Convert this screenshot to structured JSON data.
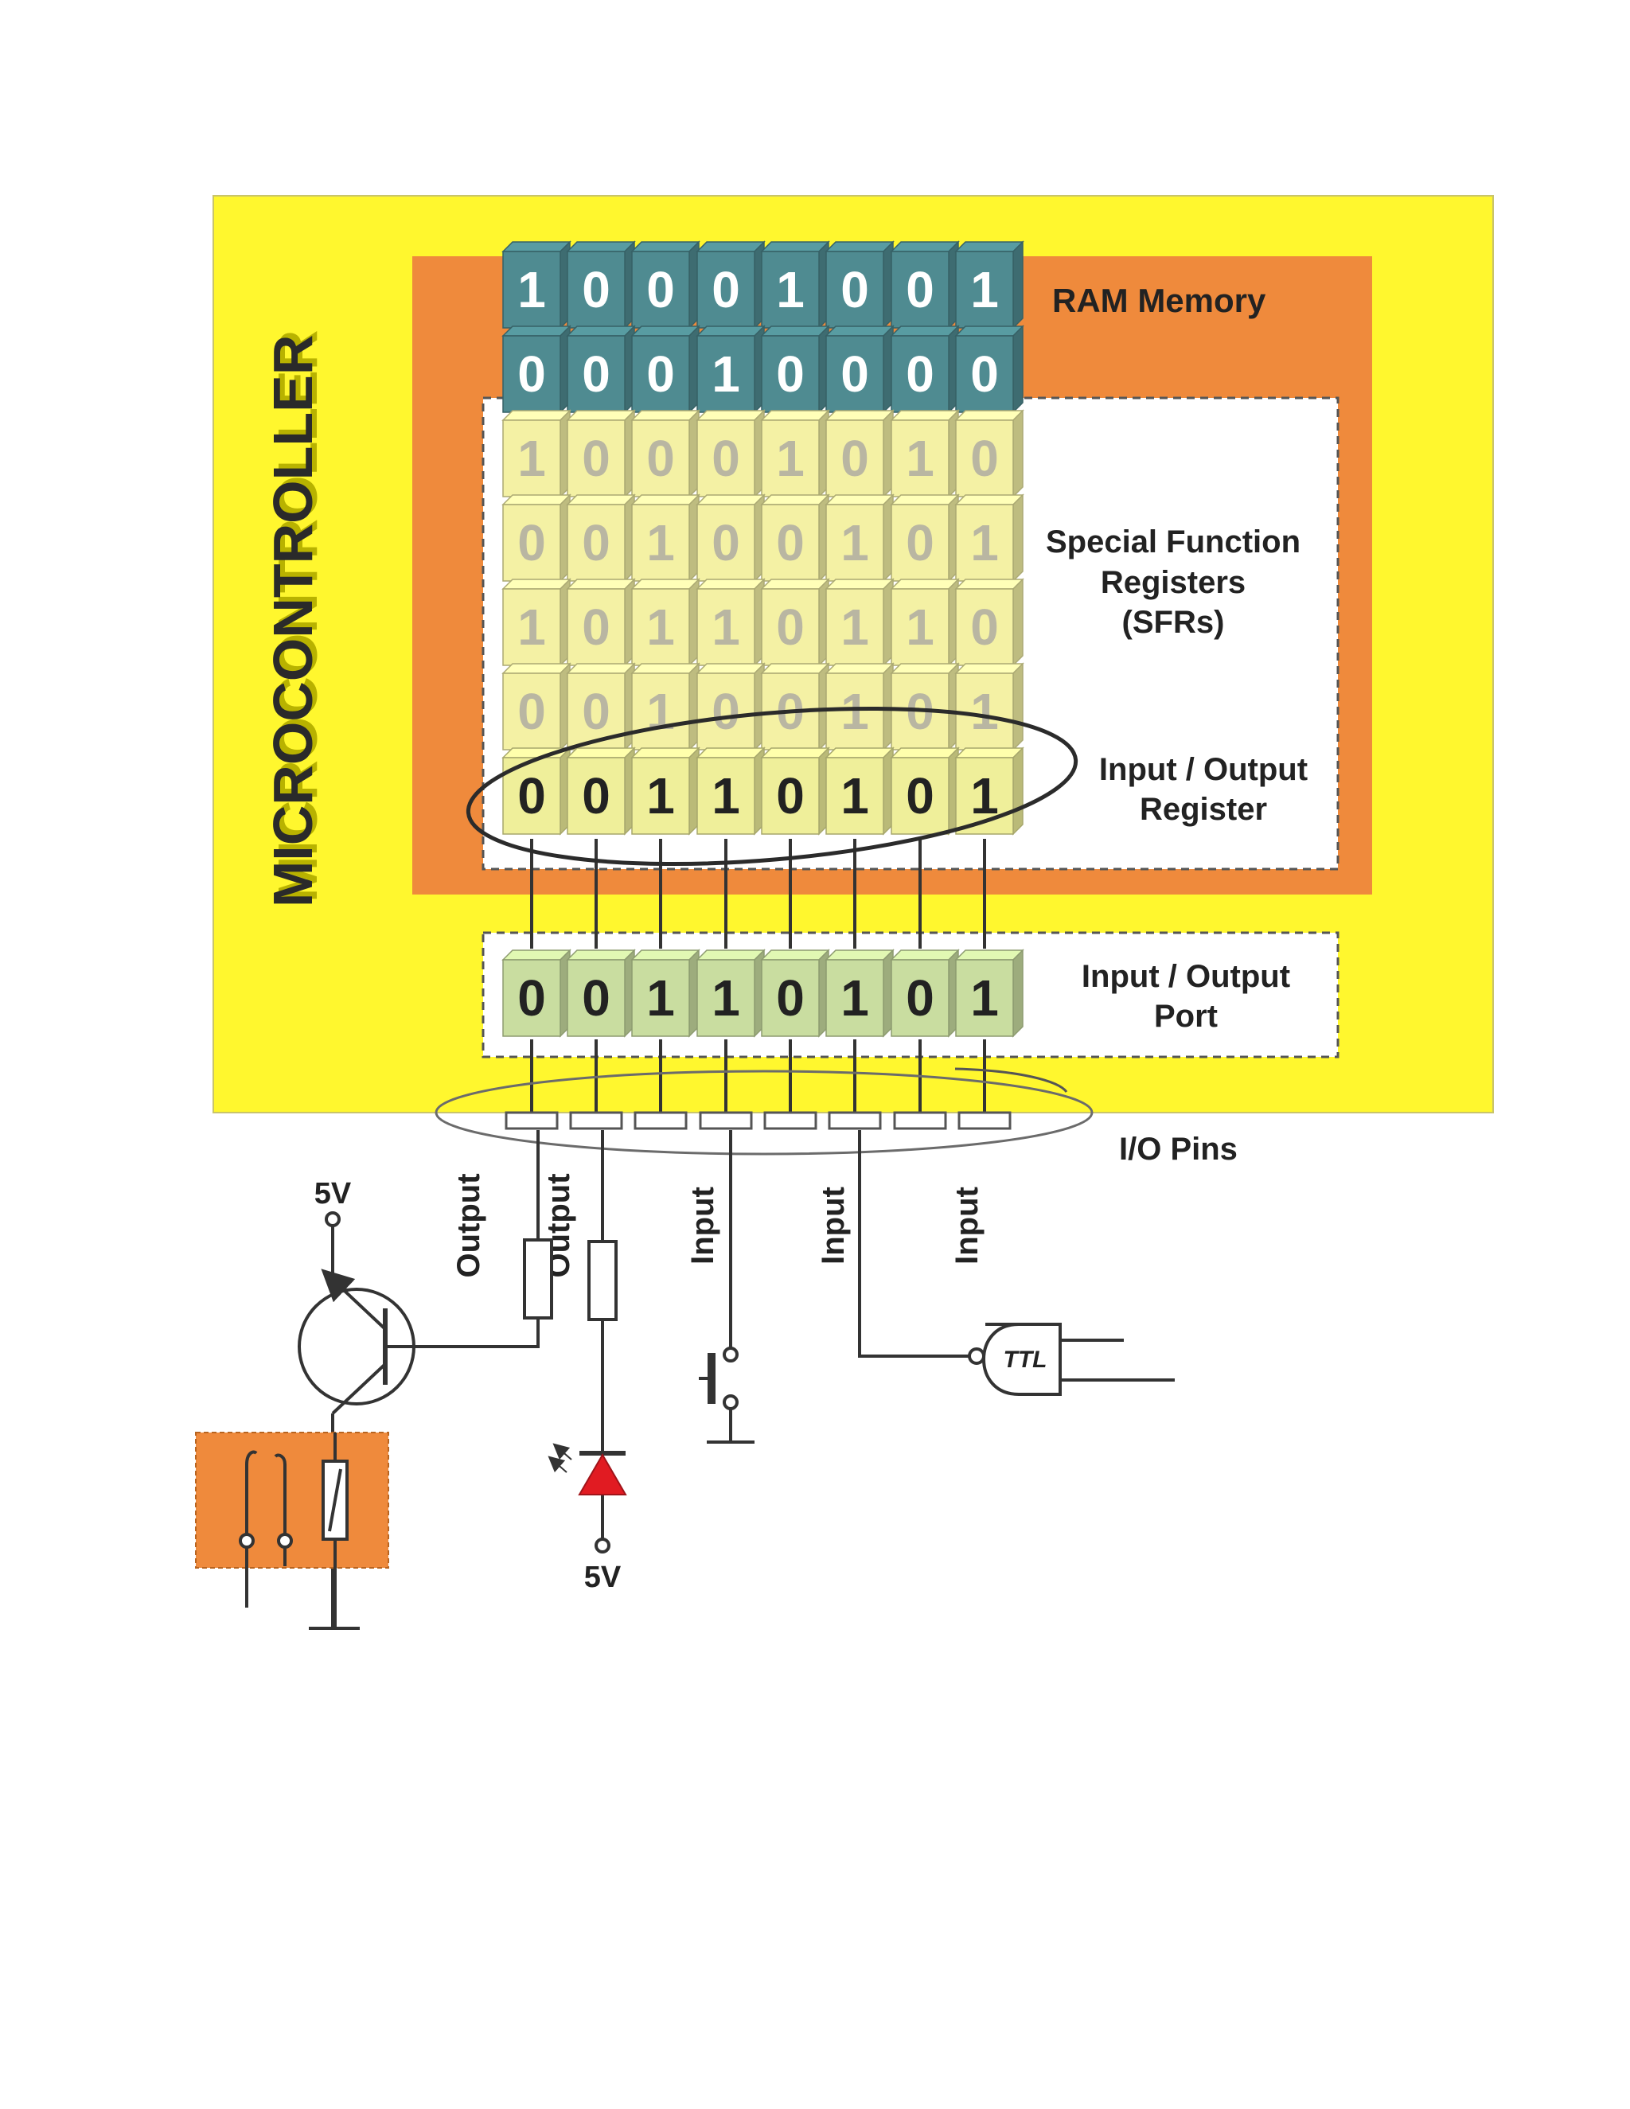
{
  "labels": {
    "microcontroller": "MICROCONTROLLER",
    "ram_memory": "RAM Memory",
    "sfr_line1": "Special Function",
    "sfr_line2": "Registers",
    "sfr_line3": "(SFRs)",
    "io_register_line1": "Input / Output",
    "io_register_line2": "Register",
    "io_port_line1": "Input / Output",
    "io_port_line2": "Port",
    "io_pins": "I/O Pins",
    "supply_top": "5V",
    "supply_bottom": "5V",
    "ttl_gate": "TTL"
  },
  "registers": {
    "ram": [
      [
        "1",
        "0",
        "0",
        "0",
        "1",
        "0",
        "0",
        "1"
      ],
      [
        "0",
        "0",
        "0",
        "1",
        "0",
        "0",
        "0",
        "0"
      ]
    ],
    "sfr": [
      [
        "1",
        "0",
        "0",
        "0",
        "1",
        "0",
        "1",
        "0"
      ],
      [
        "0",
        "0",
        "1",
        "0",
        "0",
        "1",
        "0",
        "1"
      ],
      [
        "1",
        "0",
        "1",
        "1",
        "0",
        "1",
        "1",
        "0"
      ],
      [
        "0",
        "0",
        "1",
        "0",
        "0",
        "1",
        "0",
        "1"
      ]
    ],
    "io_register": [
      "0",
      "0",
      "1",
      "1",
      "0",
      "1",
      "0",
      "1"
    ],
    "io_port": [
      "0",
      "0",
      "1",
      "1",
      "0",
      "1",
      "0",
      "1"
    ]
  },
  "pin_directions": [
    "Output",
    "Output",
    "Input",
    "",
    "Input",
    "",
    "Input",
    ""
  ],
  "colors": {
    "microcontroller_bg": "#fff72e",
    "ram_bg": "#ef8a3c",
    "ram_cell": "#4f8b91",
    "sfr_cell": "#f4f1a4",
    "sfr_digit": "#b9b6a2",
    "io_register_cell": "#efef9a",
    "io_port_cell": "#c9dda0",
    "relay_bg": "#ef8a3c",
    "led": "#e11b22",
    "wire": "#333333"
  }
}
